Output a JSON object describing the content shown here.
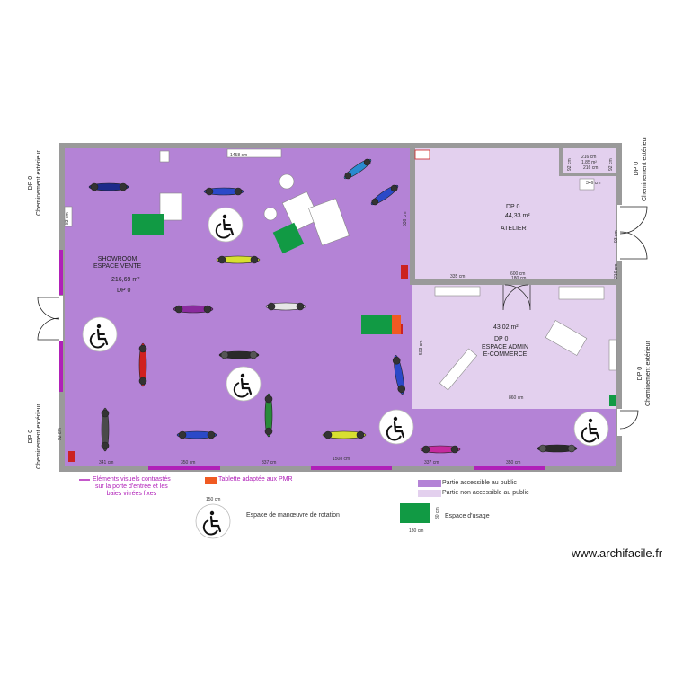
{
  "rooms": {
    "showroom": {
      "name": "SHOWROOM\nESPACE VENTE",
      "area": "216,69 m²",
      "dp": "DP 0"
    },
    "atelier": {
      "dp": "DP 0",
      "area": "44,33 m²",
      "name": "ATELIER"
    },
    "admin": {
      "area": "43,02 m²",
      "dp": "DP 0",
      "name": "ESPACE ADMIN\nE-COMMERCE"
    },
    "wc": {
      "dims": [
        "216 cm",
        "1,85 m²",
        "216 cm"
      ]
    }
  },
  "side_labels": {
    "left_top": "DP 0\nCheminement extérieur",
    "left_bottom": "DP 0\nCheminement extérieur",
    "right_top": "DP 0\nCheminement extérieur",
    "right_bottom": "DP 0\nCheminement extérieur"
  },
  "dimensions": {
    "top": "1458 cm",
    "bottom": [
      "341 cm",
      "350 cm",
      "337 cm",
      "1508 cm",
      "337 cm",
      "350 cm"
    ],
    "atelier_bottom": [
      "335 cm",
      "600 cm",
      "180 cm"
    ],
    "atelier_right": "346 cm",
    "admin_bottom": "860 cm",
    "admin_left": "503 cm",
    "small": [
      "92 cm",
      "92 cm",
      "536 cm",
      "93 cm",
      "216 cm",
      "83 cm",
      "92 cm"
    ]
  },
  "legend": {
    "visual_elements": "Eléments visuels contrastés\nsur la porte d'entrée et les\nbaies vitrées fixes",
    "pmr_shelf": "Tablette adaptée aux PMR",
    "public": "Partie accessible au public",
    "nonpublic": "Partie non accessible au public",
    "rotation_size": "150 cm",
    "rotation_label": "Espace de manœuvre de rotation",
    "usage_size": "130 cm",
    "usage_label": "Espace d'usage",
    "usage_side": "80 cm"
  },
  "watermark": "www.archifacile.fr",
  "colors": {
    "public": "#b483d6",
    "nonpublic": "#e3d0ee",
    "wall": "#9a9a9a",
    "green": "#119a44",
    "orange": "#f05a22",
    "magenta": "#b020b8"
  }
}
